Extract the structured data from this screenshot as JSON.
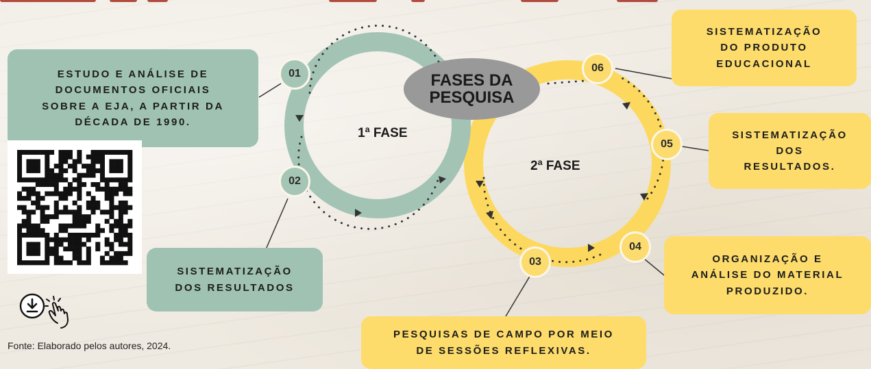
{
  "center_label": {
    "line1": "FASES DA",
    "line2": "PESQUISA"
  },
  "phases": {
    "first": "1ª FASE",
    "second": "2ª FASE"
  },
  "steps": [
    {
      "number": "01",
      "text": [
        "ESTUDO E ANÁLISE DE",
        "DOCUMENTOS OFICIAIS",
        "SOBRE A EJA, A PARTIR DA",
        "DÉCADA DE 1990."
      ]
    },
    {
      "number": "02",
      "text": [
        "SISTEMATIZAÇÃO",
        "DOS RESULTADOS"
      ]
    },
    {
      "number": "03",
      "text": [
        "PESQUISAS DE CAMPO POR MEIO",
        "DE SESSÕES REFLEXIVAS."
      ]
    },
    {
      "number": "04",
      "text": [
        "ORGANIZAÇÃO E",
        "ANÁLISE DO MATERIAL",
        "PRODUZIDO."
      ]
    },
    {
      "number": "05",
      "text": [
        "SISTEMATIZAÇÃO",
        "DOS",
        "RESULTADOS."
      ]
    },
    {
      "number": "06",
      "text": [
        "SISTEMATIZAÇÃO",
        "DO PRODUTO",
        "EDUCACIONAL"
      ]
    }
  ],
  "source": "Fonte: Elaborado pelos autores, 2024.",
  "icons": [
    "download-icon",
    "tap-hand-icon",
    "qr-code"
  ],
  "colors": {
    "green": "#9fc2b2",
    "yellow": "#fddc6c",
    "oval": "#999999",
    "ring_green": "#a3c4b5",
    "ring_yellow": "#fcd95e"
  }
}
